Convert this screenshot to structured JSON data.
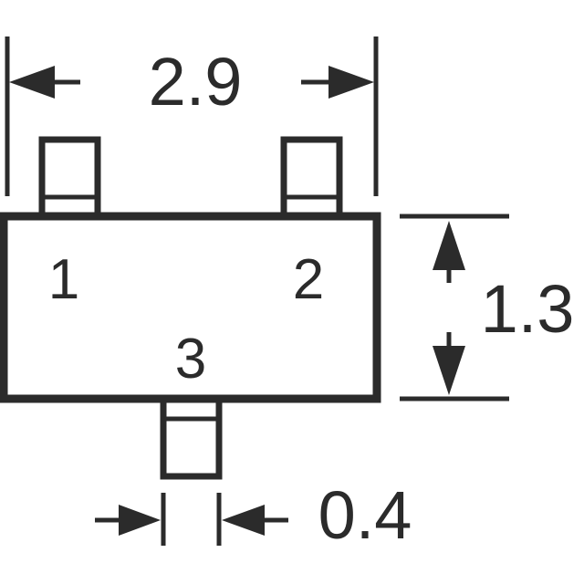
{
  "colors": {
    "ink": "#2b2b2b",
    "background": "#ffffff"
  },
  "dimensions": {
    "width": "2.9",
    "height": "1.3",
    "lead_width": "0.4"
  },
  "pins": {
    "pin1": "1",
    "pin2": "2",
    "pin3": "3"
  }
}
